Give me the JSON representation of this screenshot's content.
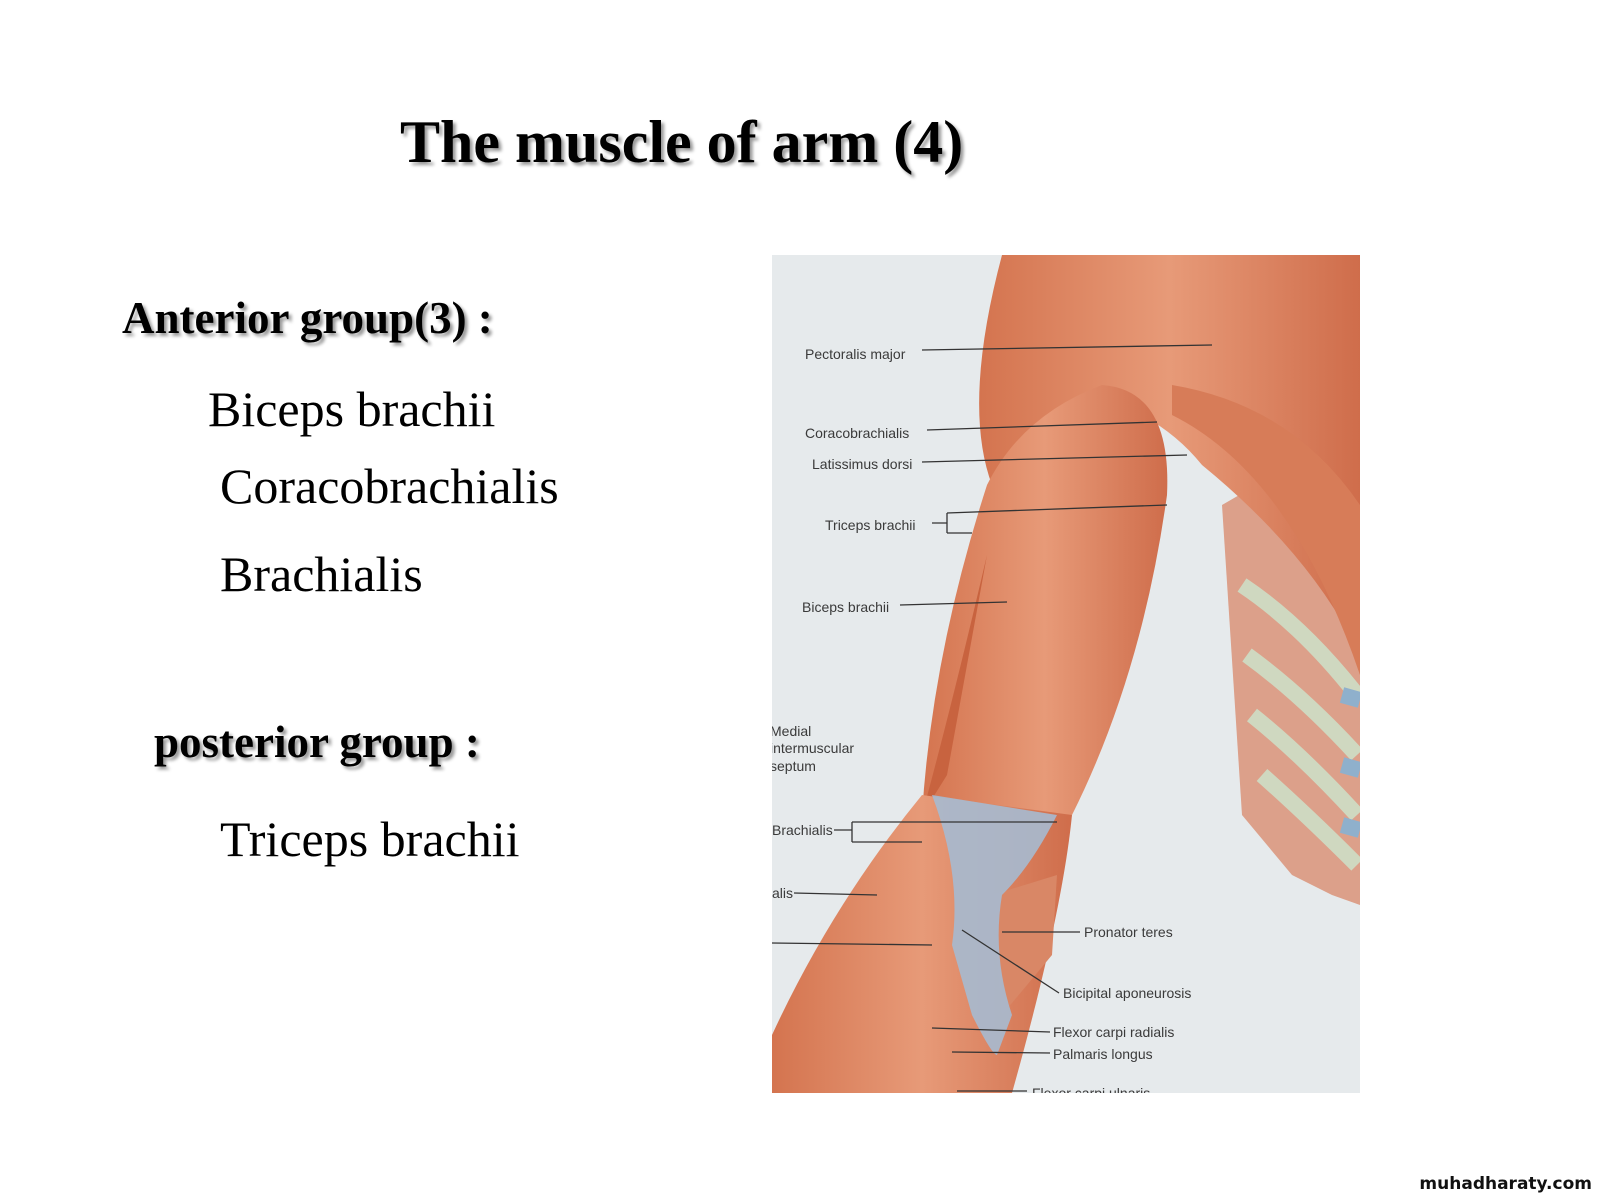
{
  "slide": {
    "title": "The muscle of arm (4)",
    "anterior_heading": "Anterior group(3) :",
    "anterior_items": [
      "Biceps brachii",
      "Coracobrachialis",
      "Brachialis"
    ],
    "posterior_heading": "posterior group :",
    "posterior_items": [
      "Triceps brachii"
    ]
  },
  "figure": {
    "labels": {
      "pectoralis_major": "Pectoralis major",
      "coracobrachialis": "Coracobrachialis",
      "latissimus_dorsi": "Latissimus dorsi",
      "triceps_brachii": "Triceps brachii",
      "biceps_brachii": "Biceps brachii",
      "medial_1": "Medial",
      "medial_2": "intermuscular",
      "medial_3": "septum",
      "brachialis": "Brachialis",
      "alis": "alis",
      "pronator_teres": "Pronator teres",
      "bicipital_aponeurosis": "Bicipital aponeurosis",
      "flexor_carpi_radialis": "Flexor carpi radialis",
      "palmaris_longus": "Palmaris longus",
      "flexor_carpi_ulnaris": "Flexor carpi ulnaris"
    }
  },
  "watermark": "muhadharaty.com"
}
